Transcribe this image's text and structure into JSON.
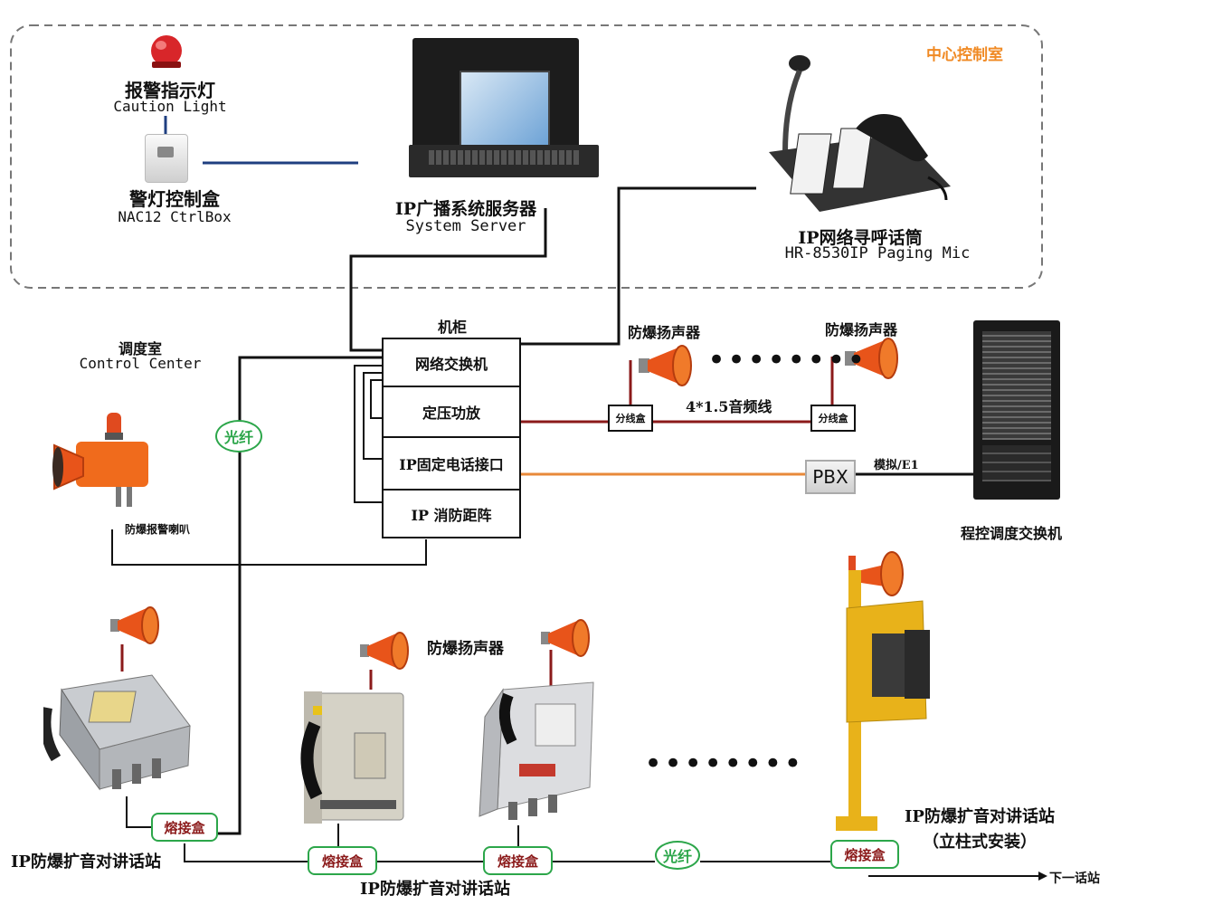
{
  "control_room": {
    "title": "中心控制室"
  },
  "caution_light": {
    "label_cn": "报警指示灯",
    "label_en": "Caution Light"
  },
  "light_ctrl_box": {
    "label_cn": "警灯控制盒",
    "label_en": "NAC12 CtrlBox"
  },
  "server": {
    "label_cn": "IP广播系统服务器",
    "label_en": "System Server"
  },
  "paging_mic": {
    "label_cn": "IP网络寻呼话筒",
    "label_en": "HR-8530IP Paging Mic"
  },
  "cabinet": {
    "title": "机柜",
    "rows": [
      "网络交换机",
      "定压功放",
      "IP固定电话接口",
      "IP 消防距阵"
    ]
  },
  "control_center": {
    "label_cn": "调度室",
    "label_en": "Control Center"
  },
  "alarm_horn": {
    "label": "防爆报警喇叭"
  },
  "speakers_top": {
    "left": "防爆扬声器",
    "right": "防爆扬声器"
  },
  "junction_box": {
    "label": "分线盒"
  },
  "audio_cable": {
    "label": "4*1.5音频线"
  },
  "pbx": {
    "label": "PBX",
    "link_label": "模拟/E1"
  },
  "switchboard": {
    "label": "程控调度交换机"
  },
  "fiber": {
    "label": "光纤"
  },
  "fusion_box": {
    "label": "熔接盒"
  },
  "station_left": {
    "label": "IP防爆扩音对讲话站"
  },
  "station_middle": {
    "label": "IP防爆扩音对讲话站",
    "speaker_label": "防爆扬声器"
  },
  "station_pole": {
    "label": "IP防爆扩音对讲话站",
    "mount": "（立柱式安装）"
  },
  "next_station": {
    "label": "下一话站"
  },
  "colors": {
    "audio_line": "#8b1a1a",
    "phone_line": "#e8893a",
    "fiber_circle": "#2ca64a",
    "control_title": "#f08a24",
    "nac_line": "#1f3f80"
  }
}
